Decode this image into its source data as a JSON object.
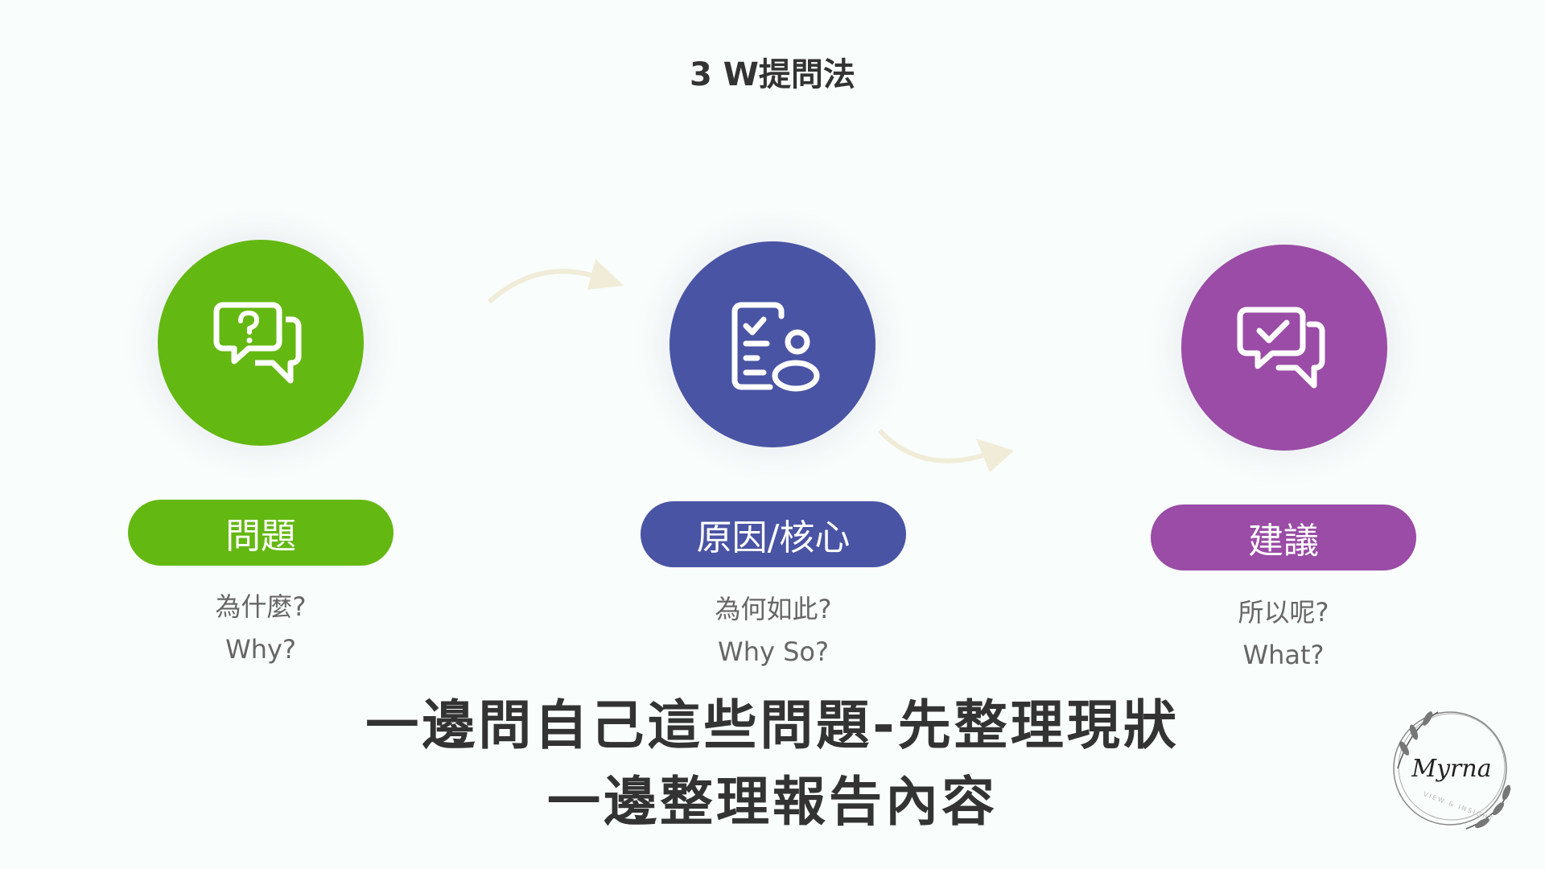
{
  "title": "3 W提問法",
  "colors": {
    "green": "#64b812",
    "blue": "#4a54a4",
    "purple": "#9a4ca6",
    "arrow": "#f0ecd8"
  },
  "steps": [
    {
      "icon": "question-chat-icon",
      "label": "問題",
      "line1": "為什麼?",
      "line2": "Why?"
    },
    {
      "icon": "report-person-icon",
      "label": "原因/核心",
      "line1": "為何如此?",
      "line2": "Why So?"
    },
    {
      "icon": "check-chat-icon",
      "label": "建議",
      "line1": "所以呢?",
      "line2": "What?"
    }
  ],
  "headline": {
    "line1": "一邊問自己這些問題-先整理現狀",
    "line2": "一邊整理報告內容"
  },
  "logo": {
    "name": "Myrna",
    "tagline": "VIEW & INSIGHT"
  }
}
